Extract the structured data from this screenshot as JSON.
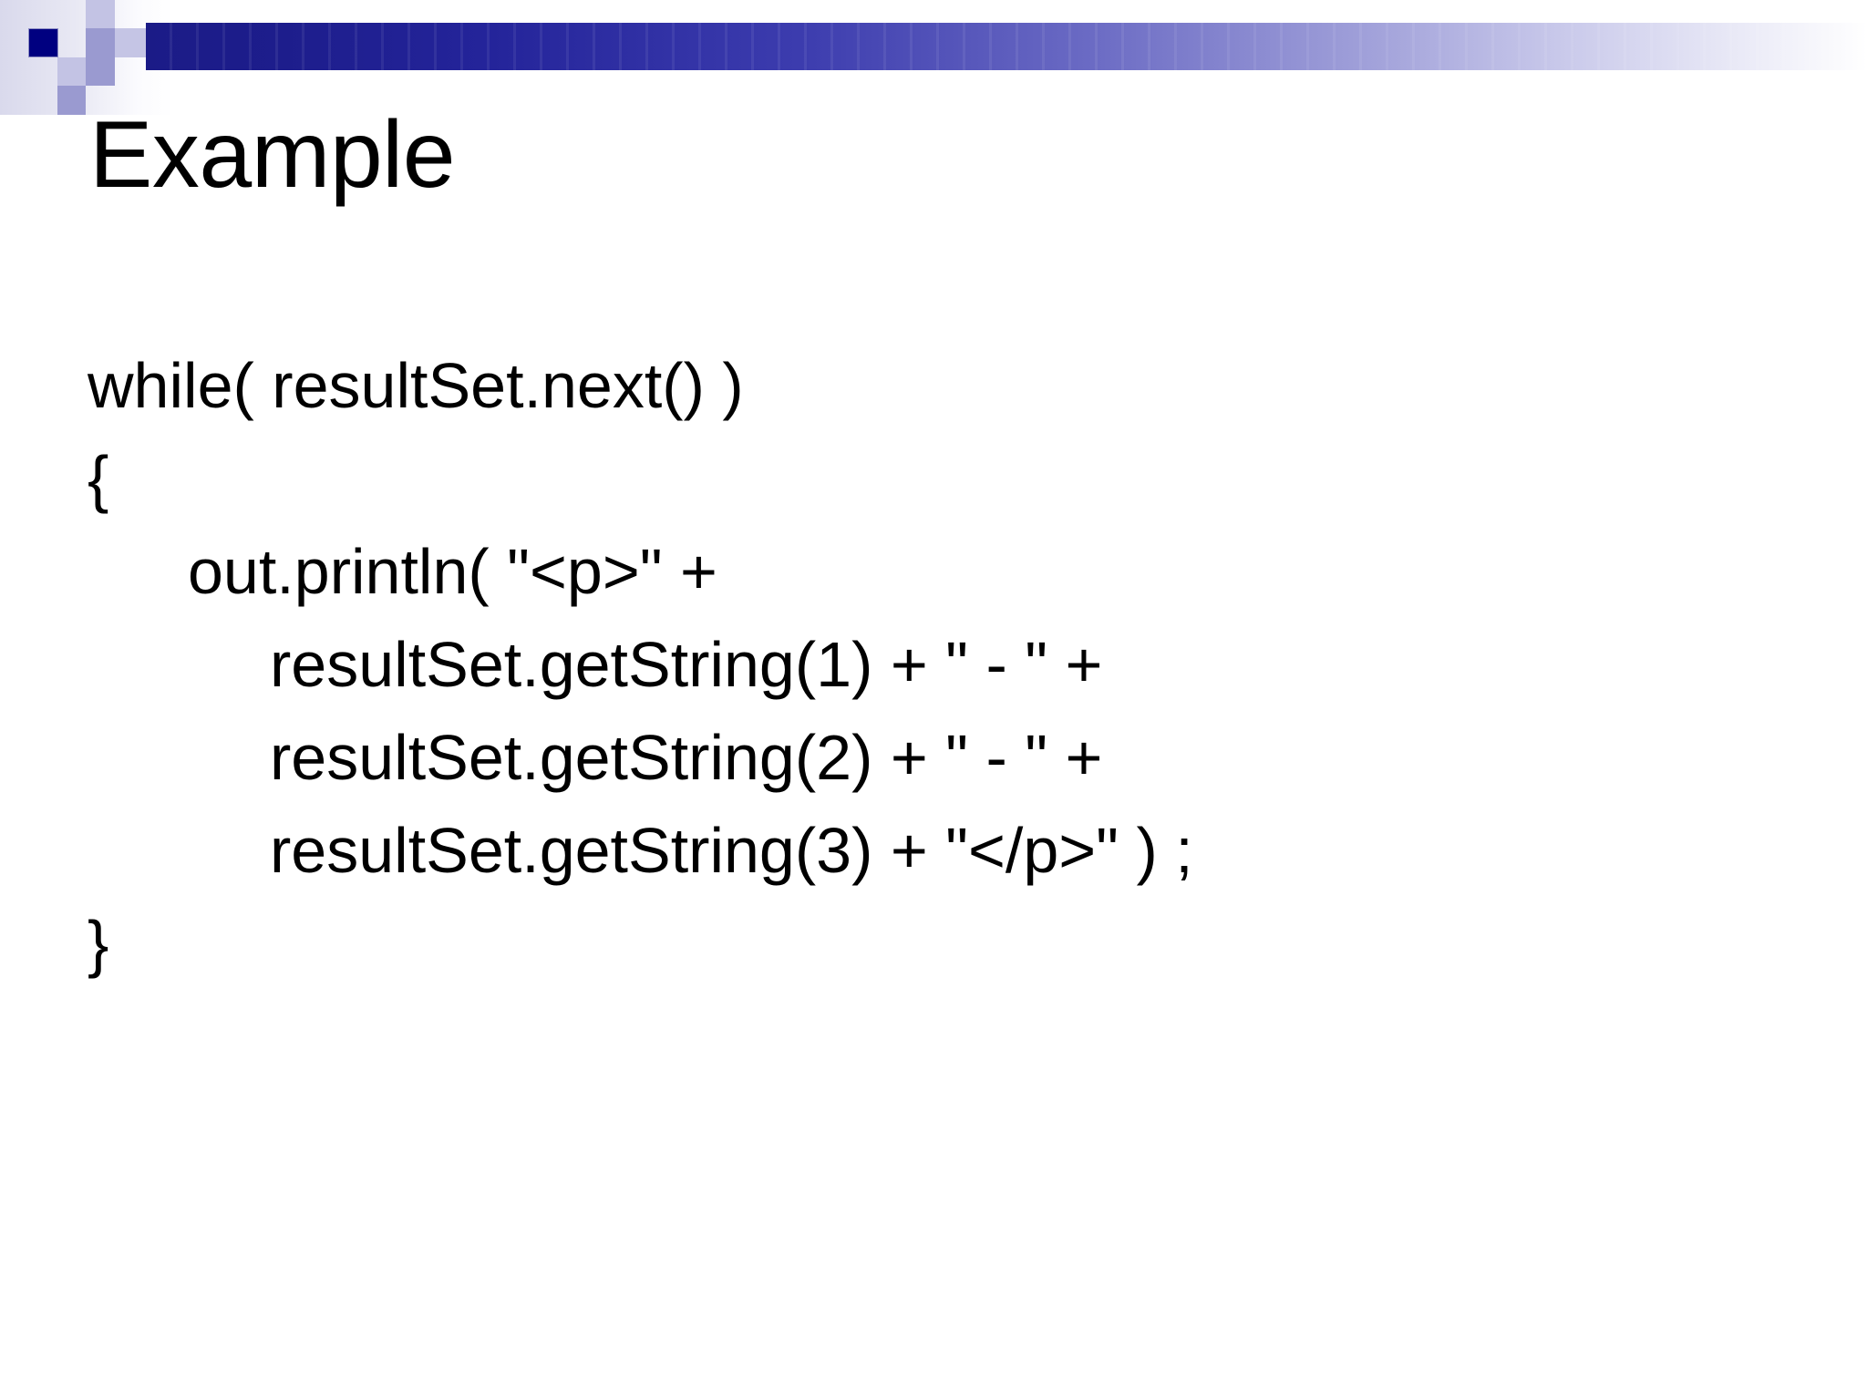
{
  "slide": {
    "title": "Example",
    "background_color": "#ffffff",
    "accent_color": "#000080",
    "band_color_dark": "#1b1b87",
    "band_color_light": "#ffffff",
    "square_light_color": "#c3c3e4",
    "square_mid_color": "#9a9ad0"
  },
  "code": {
    "language": "java",
    "lines": [
      {
        "text": "while( resultSet.next() )",
        "indent": 0
      },
      {
        "text": "{",
        "indent": 0
      },
      {
        "text": "out.println( \"<p>\" +",
        "indent": 1
      },
      {
        "text": "resultSet.getString(1) + \" - \" +",
        "indent": 2
      },
      {
        "text": "resultSet.getString(2) + \" - \" +",
        "indent": 2
      },
      {
        "text": "resultSet.getString(3) + \"</p>\" ) ;",
        "indent": 2
      },
      {
        "text": "}",
        "indent": 0
      }
    ]
  }
}
